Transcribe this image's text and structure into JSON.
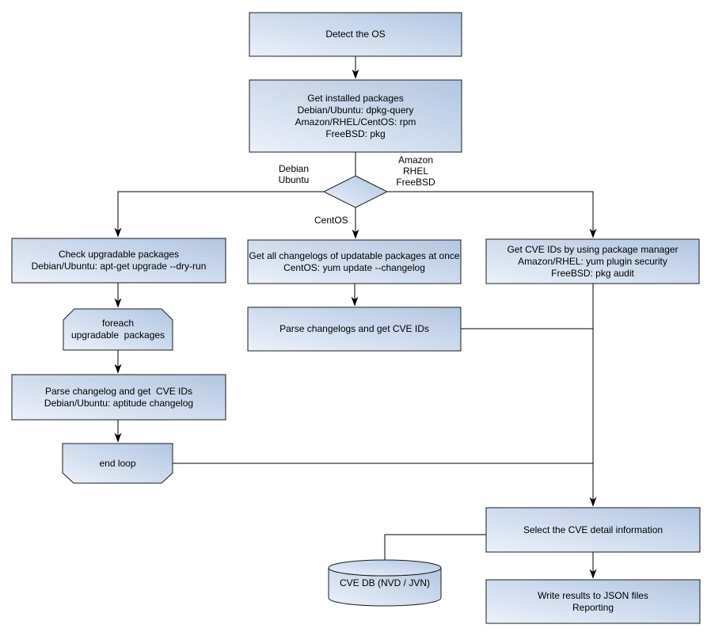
{
  "nodes": {
    "detect_os": "Detect the OS",
    "get_installed_packages": "Get installed packages\nDebian/Ubuntu: dpkg-query\nAmazon/RHEL/CentOS: rpm\nFreeBSD: pkg",
    "check_upgradable": "Check upgradable packages\nDebian/Ubuntu: apt-get upgrade --dry-run",
    "foreach_loop": "foreach\nupgradable  packages",
    "parse_changelog_left": "Parse changelog and get  CVE IDs\nDebian/Ubuntu: aptitude changelog",
    "end_loop": "end loop",
    "get_all_changelogs": "Get all changelogs of updatable packages at once\nCentOS: yum update --changelog",
    "parse_changelogs_mid": "Parse changelogs and get CVE IDs",
    "get_cve_ids_pkg_mgr": "Get CVE IDs by using package manager\nAmazon/RHEL: yum plugin security\nFreeBSD: pkg audit",
    "select_cve_detail": "Select the CVE detail information",
    "cve_db": "CVE DB (NVD / JVN)",
    "write_results": "Write results to JSON files\nReporting"
  },
  "edge_labels": {
    "debian_ubuntu": "Debian\nUbuntu",
    "amazon_rhel_freebsd": "Amazon\nRHEL\nFreeBSD",
    "centos": "CentOS"
  },
  "edges": [
    {
      "from": "detect_os",
      "to": "get_installed_packages"
    },
    {
      "from": "get_installed_packages",
      "to": "os_decision"
    },
    {
      "from": "os_decision",
      "to": "check_upgradable",
      "label_key": "debian_ubuntu"
    },
    {
      "from": "os_decision",
      "to": "get_all_changelogs",
      "label_key": "centos"
    },
    {
      "from": "os_decision",
      "to": "get_cve_ids_pkg_mgr",
      "label_key": "amazon_rhel_freebsd"
    },
    {
      "from": "check_upgradable",
      "to": "foreach_loop"
    },
    {
      "from": "foreach_loop",
      "to": "parse_changelog_left"
    },
    {
      "from": "parse_changelog_left",
      "to": "end_loop"
    },
    {
      "from": "get_all_changelogs",
      "to": "parse_changelogs_mid"
    },
    {
      "from": "parse_changelogs_mid",
      "to": "select_cve_detail"
    },
    {
      "from": "end_loop",
      "to": "select_cve_detail"
    },
    {
      "from": "get_cve_ids_pkg_mgr",
      "to": "select_cve_detail"
    },
    {
      "from": "cve_db",
      "to": "select_cve_detail"
    },
    {
      "from": "select_cve_detail",
      "to": "write_results"
    }
  ],
  "colors": {
    "node_fill_light": "#ecf1f9",
    "node_fill_dark": "#b2c6e1",
    "node_border": "#1c1c1c",
    "connector": "#000000",
    "text": "#000000",
    "background": "#ffffff"
  }
}
